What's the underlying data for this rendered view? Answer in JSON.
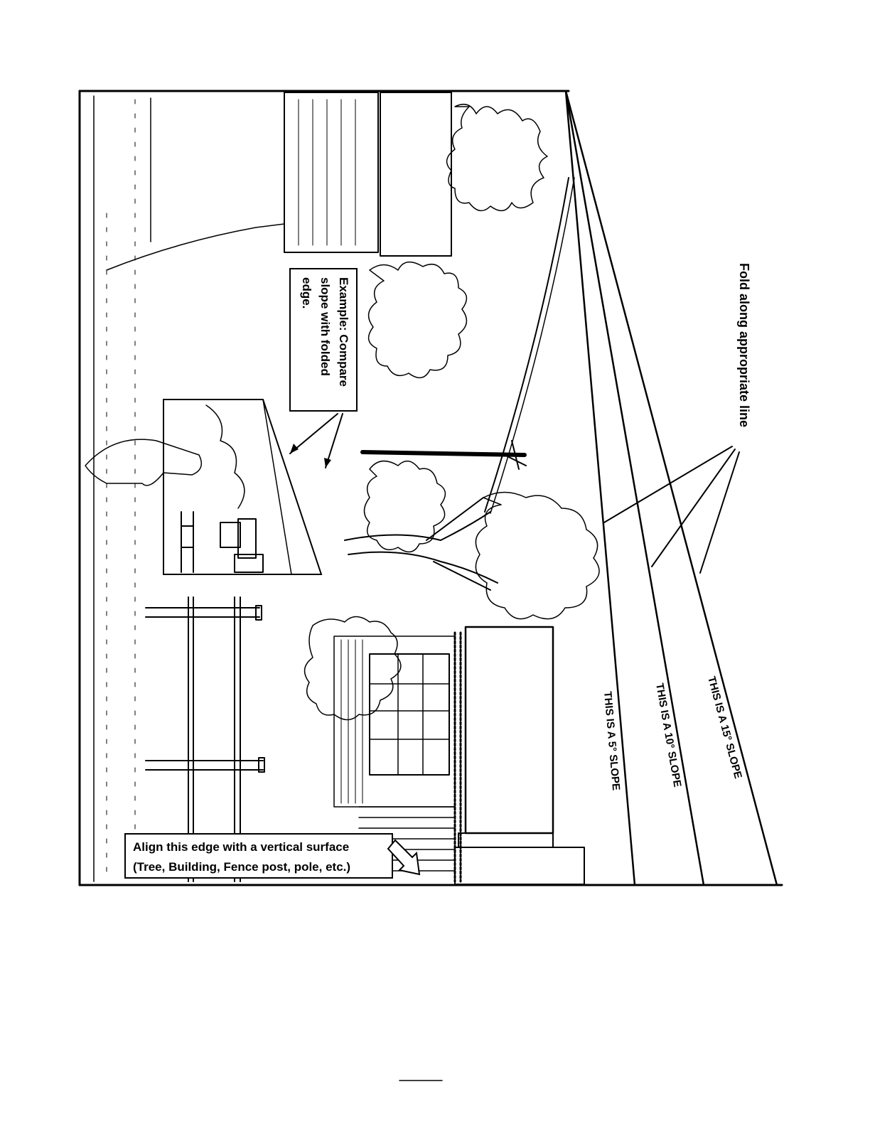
{
  "document": {
    "fold_instruction": "Fold along appropriate line",
    "slope_lines": [
      {
        "label": "THIS IS A 5° SLOPE",
        "degrees": 5
      },
      {
        "label": "THIS IS A 10° SLOPE",
        "degrees": 10
      },
      {
        "label": "THIS IS A 15° SLOPE",
        "degrees": 15
      }
    ],
    "example_callout": [
      "Example: Compare",
      "slope with folded",
      "edge."
    ],
    "align_callout": [
      "Align this edge with a vertical surface",
      "(Tree, Building, Fence post, pole, etc.)"
    ]
  },
  "colors": {
    "ink": "#000000",
    "paper": "#ffffff"
  }
}
